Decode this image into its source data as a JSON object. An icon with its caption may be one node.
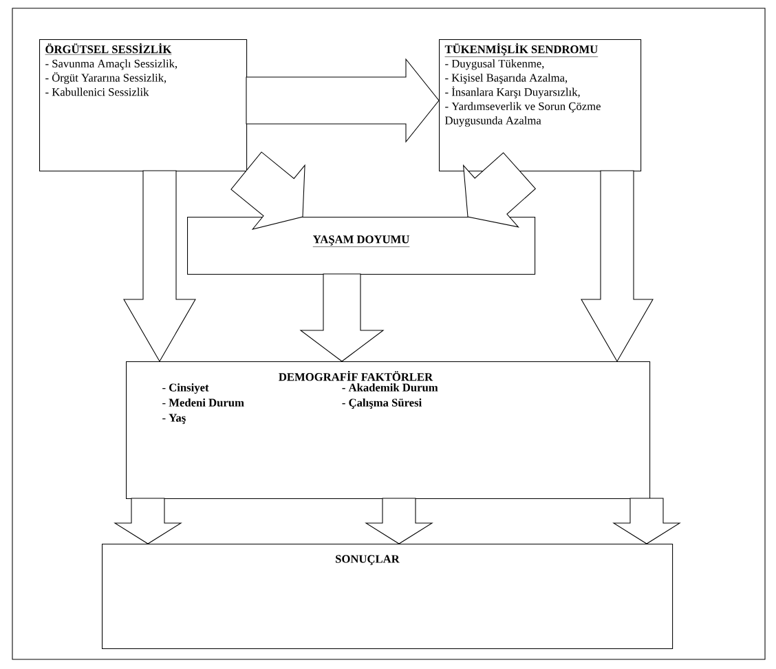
{
  "diagram": {
    "nodes": [
      {
        "text": [
          "ÖRGÜTSEL SESSİZLİK",
          "- Savunma Amaçlı Sessizlik,",
          "- Örgüt Yararına Sessizlik,",
          "- Kabullenici Sessizlik"
        ]
      },
      {
        "text": [
          "TÜKENMİŞLİK SENDROMU",
          "- Duygusal Tükenme,",
          "- Kişisel Başarıda Azalma,",
          "- İnsanlara Karşı Duyarsızlık,",
          "- Yardımseverlik ve Sorun Çözme Duygusunda Azalma"
        ]
      },
      {
        "text": [
          "YAŞAM DOYUMU"
        ]
      },
      {
        "text": [
          "DEMOGRAFİF FAKTÖRLER",
          "- **Cinsiyet**",
          "**- Akademik Durum**",
          "- **Medeni Durum**",
          "**- Çalışma Süresi**",
          "- **Yaş**"
        ]
      },
      {
        "text": [
          "SONUÇLAR"
        ]
      }
    ],
    "edges": [
      {
        "from": 0,
        "to": 1,
        "arrow": "to"
      },
      {
        "from": 0,
        "to": 2,
        "arrow": "to"
      },
      {
        "from": 1,
        "to": 2,
        "arrow": "to"
      },
      {
        "from": 0,
        "to": 3,
        "arrow": "to"
      },
      {
        "from": 1,
        "to": 3,
        "arrow": "to"
      },
      {
        "from": 2,
        "to": 3,
        "arrow": "to"
      },
      {
        "from": 3,
        "to": 4,
        "arrow": "to"
      },
      {
        "from": 3,
        "to": 4,
        "arrow": "to"
      },
      {
        "from": 3,
        "to": 4,
        "arrow": "to"
      }
    ]
  }
}
